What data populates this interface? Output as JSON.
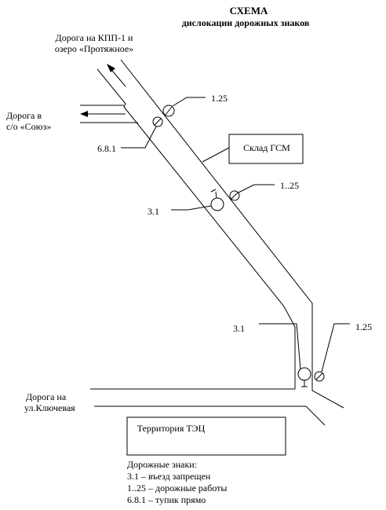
{
  "title": "СХЕМА",
  "subtitle": "дислокации дорожных знаков",
  "road_labels": {
    "kpp_line1": "Дорога на КПП-1 и",
    "kpp_line2": "озеро «Протяжное»",
    "soyuz_line1": "Дорога в",
    "soyuz_line2": "с/о «Союз»",
    "klyuchevaya_line1": "Дорога на",
    "klyuchevaya_line2": "ул.Ключевая"
  },
  "buildings": {
    "gsm": "Склад ГСМ",
    "tec": "Территория ТЭЦ"
  },
  "sign_callouts": {
    "top_right": "1.25",
    "top_left": "6.8.1",
    "mid_right": "1..25",
    "mid_left": "3.1",
    "bottom_left": "3.1",
    "bottom_right": "1.25"
  },
  "legend": {
    "heading": "Дорожные знаки:",
    "items": [
      "3.1 – въезд запрещен",
      "1..25 – дорожные работы",
      "6.8.1 – тупик прямо"
    ]
  }
}
